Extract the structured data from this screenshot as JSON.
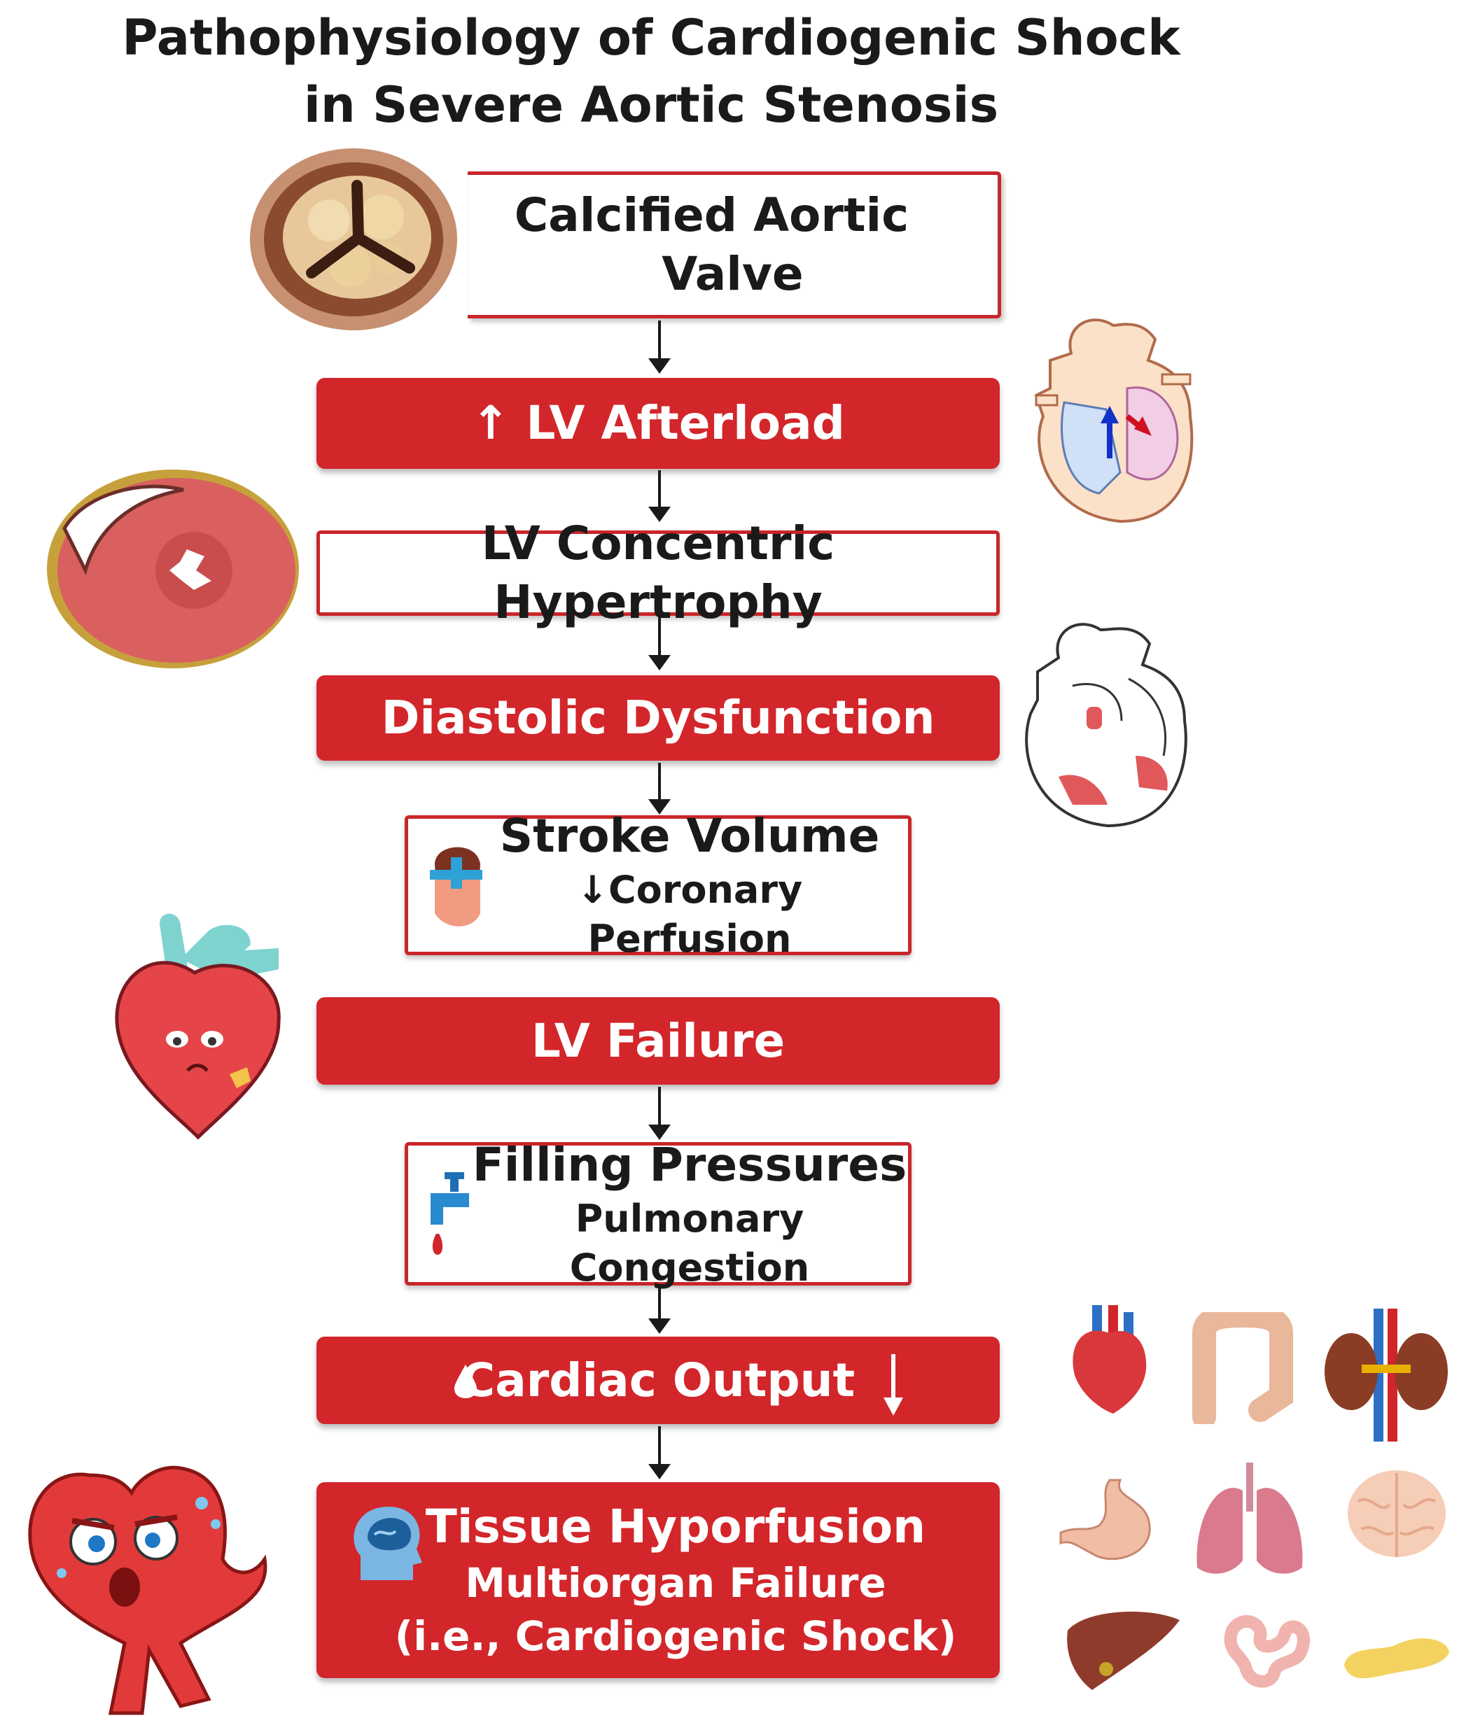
{
  "title": {
    "line1": "Pathophysiology of Cardiogenic Shock",
    "line2": "in Severe Aortic Stenosis"
  },
  "steps": [
    {
      "line1": "Calcified Aortic",
      "line2": "Valve"
    },
    {
      "prefix": "↑",
      "label": "LV Afterload"
    },
    {
      "label": "LV Concentric Hypertrophy"
    },
    {
      "label": "Diastolic Dysfunction"
    },
    {
      "label": "Stroke Volume",
      "sub_prefix": "↓",
      "sub": "Coronary Perfusion"
    },
    {
      "label": "LV Failure"
    },
    {
      "label": "Filling Pressures",
      "sub": "Pulmonary Congestion"
    },
    {
      "label": "Cardiac Output"
    },
    {
      "label": "Tissue Hyporfusion",
      "sub": "Multiorgan Failure",
      "sub2": "(i.e., Cardiogenic Shock)"
    }
  ],
  "icons": {
    "valve": "calcified-aortic-valve-illustration",
    "heart_afterload": "heart-cross-section-illustration",
    "hypertrophy": "hypertrophied-ventricle-cross-section",
    "heart_outline": "heart-outline-illustration",
    "sad_heart": "sad-heart-cartoon",
    "sick_heart": "sick-heart-cartoon",
    "organs": [
      "heart-icon",
      "colon-icon",
      "kidney-icon",
      "stomach-icon",
      "lungs-icon",
      "brain-icon",
      "liver-icon",
      "intestine-icon",
      "pancreas-icon"
    ]
  },
  "colors": {
    "accent_red": "#d2262b",
    "border_red": "#c9262a",
    "text": "#1a1a1a"
  }
}
